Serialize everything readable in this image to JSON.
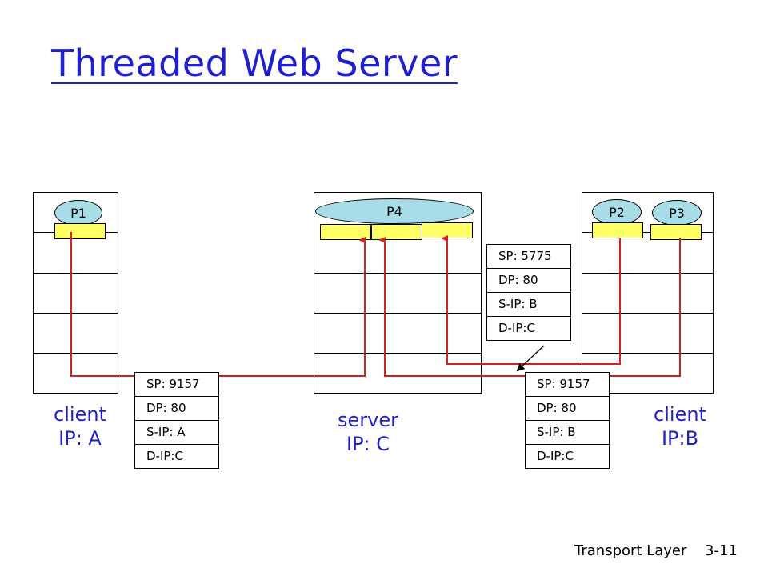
{
  "title": "Threaded Web Server",
  "processes": {
    "p1": "P1",
    "p4": "P4",
    "p2": "P2",
    "p3": "P3"
  },
  "hosts": {
    "client_a": {
      "line1": "client",
      "line2": "IP: A"
    },
    "server": {
      "line1": "server",
      "line2": "IP: C"
    },
    "client_b": {
      "line1": "client",
      "line2": "IP:B"
    }
  },
  "packets": {
    "a_to_c": {
      "sp": "SP: 9157",
      "dp": "DP: 80",
      "sip": "S-IP: A",
      "dip": "D-IP:C"
    },
    "b_5775_to_c": {
      "sp": "SP: 5775",
      "dp": "DP: 80",
      "sip": "S-IP: B",
      "dip": "D-IP:C"
    },
    "b_9157_to_c": {
      "sp": "SP: 9157",
      "dp": "DP: 80",
      "sip": "S-IP: B",
      "dip": "D-IP:C"
    }
  },
  "footer": {
    "chapter": "Transport Layer",
    "slide": "3-11"
  },
  "colors": {
    "title": "#1f1fd0",
    "path": "#d62020",
    "socket": "#ffff66",
    "process": "#a8dde8"
  }
}
